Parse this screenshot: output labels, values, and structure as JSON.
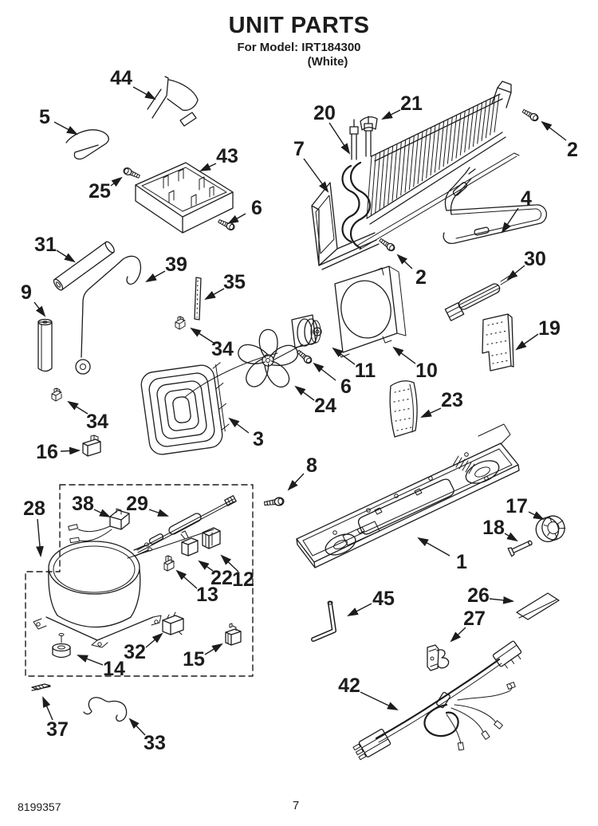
{
  "header": {
    "title": "UNIT PARTS",
    "model_line": "For Model: IRT184300",
    "finish_line": "(White)"
  },
  "callouts": {
    "1": "1",
    "2": "2",
    "3": "3",
    "4": "4",
    "5": "5",
    "6": "6",
    "7": "7",
    "8": "8",
    "9": "9",
    "10": "10",
    "11": "11",
    "12": "12",
    "13": "13",
    "14": "14",
    "15": "15",
    "16": "16",
    "17": "17",
    "18": "18",
    "19": "19",
    "20": "20",
    "21": "21",
    "22": "22",
    "23": "23",
    "24": "24",
    "25": "25",
    "26": "26",
    "27": "27",
    "28": "28",
    "29": "29",
    "30": "30",
    "31": "31",
    "32": "32",
    "33": "33",
    "34": "34",
    "35": "35",
    "37": "37",
    "38": "38",
    "39": "39",
    "42": "42",
    "43": "43",
    "44": "44",
    "45": "45"
  },
  "footer": {
    "doc_number": "8199357",
    "page_number": "7"
  }
}
